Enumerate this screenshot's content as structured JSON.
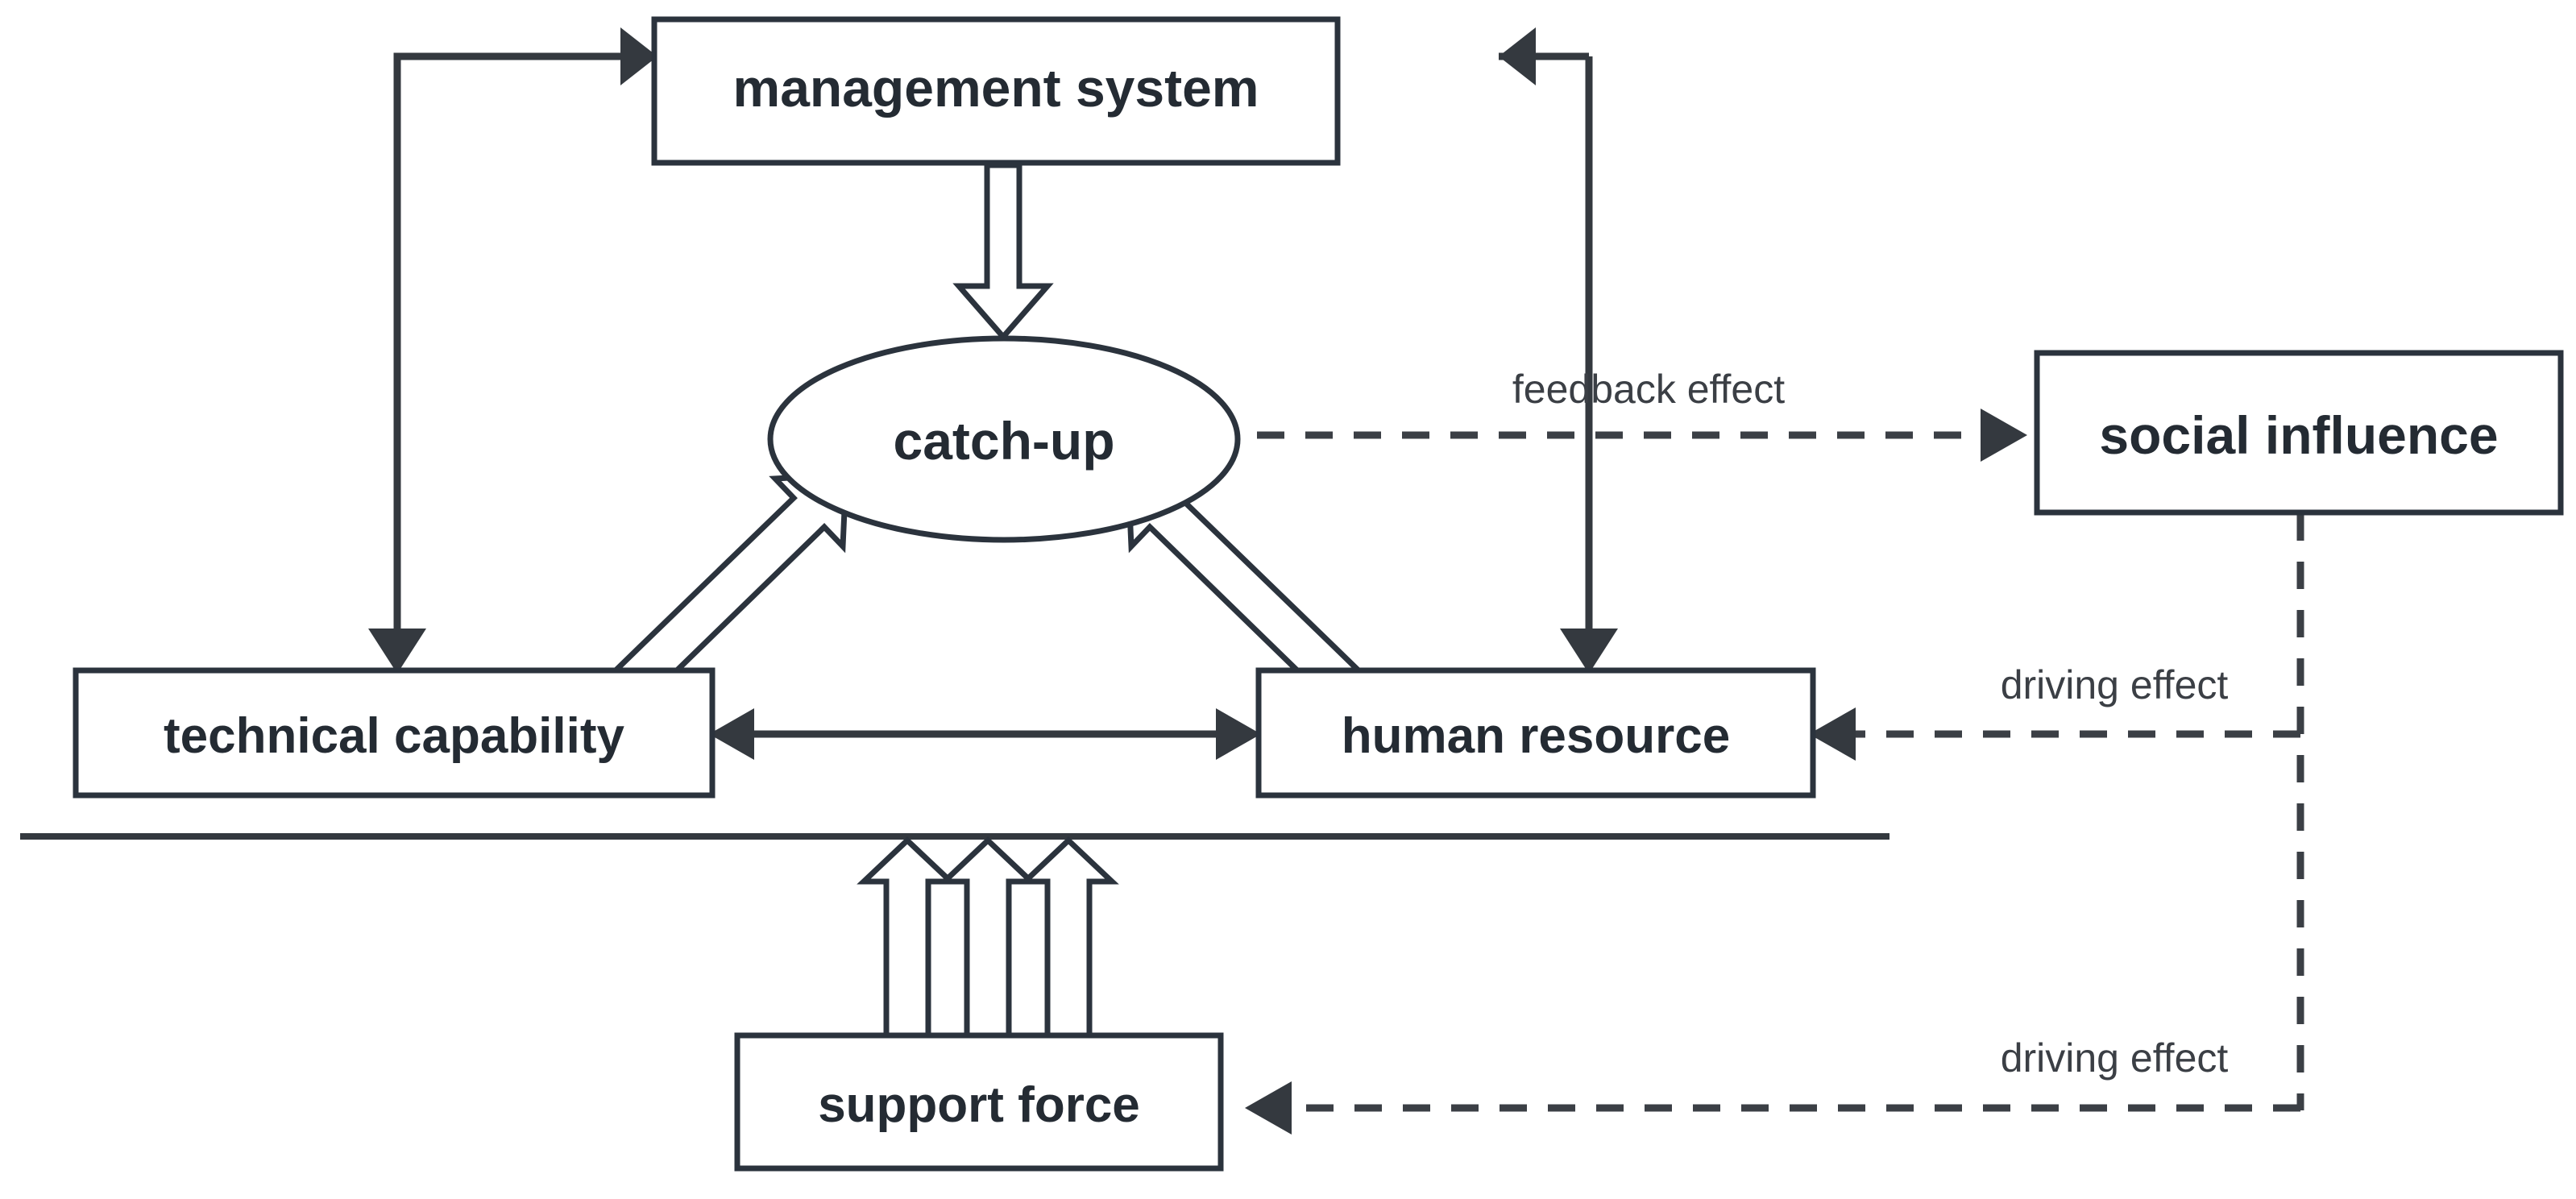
{
  "diagram": {
    "title": "catch-up mechanism diagram",
    "colors": {
      "stroke": "#2b333d",
      "line": "#34393f",
      "label": "#3b3f45",
      "background": "#ffffff"
    },
    "nodes": [
      {
        "id": "management-system",
        "label": "management system",
        "shape": "rectangle"
      },
      {
        "id": "catch-up",
        "label": "catch-up",
        "shape": "ellipse"
      },
      {
        "id": "social-influence",
        "label": "social influence",
        "shape": "rectangle"
      },
      {
        "id": "technical-capability",
        "label": "technical capability",
        "shape": "rectangle"
      },
      {
        "id": "human-resource",
        "label": "human resource",
        "shape": "rectangle"
      },
      {
        "id": "support-force",
        "label": "support force",
        "shape": "rectangle"
      }
    ],
    "edge_labels": [
      {
        "id": "feedback-effect",
        "label": "feedback effect"
      },
      {
        "id": "driving-effect-human-resource",
        "label": "driving effect"
      },
      {
        "id": "driving-effect-support-force",
        "label": "driving effect"
      }
    ],
    "edges": [
      {
        "id": "technical-capability-to-management-system",
        "from": "technical capability",
        "to": "management system",
        "style": "solid",
        "arrow": "single"
      },
      {
        "id": "management-system-to-human-resource",
        "from": "management system",
        "to": "human resource",
        "style": "solid",
        "arrow": "single"
      },
      {
        "id": "management-system-to-catch-up",
        "from": "management system",
        "to": "catch-up",
        "style": "block-arrow",
        "arrow": "single"
      },
      {
        "id": "technical-capability-to-catch-up",
        "from": "technical capability",
        "to": "catch-up",
        "style": "block-arrow",
        "arrow": "single"
      },
      {
        "id": "human-resource-to-catch-up",
        "from": "human resource",
        "to": "catch-up",
        "style": "block-arrow",
        "arrow": "single"
      },
      {
        "id": "technical-capability-human-resource",
        "from": "technical capability",
        "to": "human resource",
        "style": "solid",
        "arrow": "double"
      },
      {
        "id": "catch-up-to-social-influence",
        "from": "catch-up",
        "to": "social influence",
        "style": "dashed",
        "arrow": "single",
        "label": "feedback effect"
      },
      {
        "id": "social-influence-to-human-resource",
        "from": "social influence",
        "to": "human resource",
        "style": "dashed",
        "arrow": "single",
        "label": "driving effect"
      },
      {
        "id": "social-influence-to-support-force",
        "from": "social influence",
        "to": "support force",
        "style": "dashed",
        "arrow": "single",
        "label": "driving effect"
      },
      {
        "id": "support-force-upward",
        "from": "support force",
        "to": "boundary",
        "style": "block-arrow-triple",
        "arrow": "single"
      }
    ],
    "boundary_line": {
      "id": "system-boundary",
      "style": "solid-horizontal"
    }
  }
}
